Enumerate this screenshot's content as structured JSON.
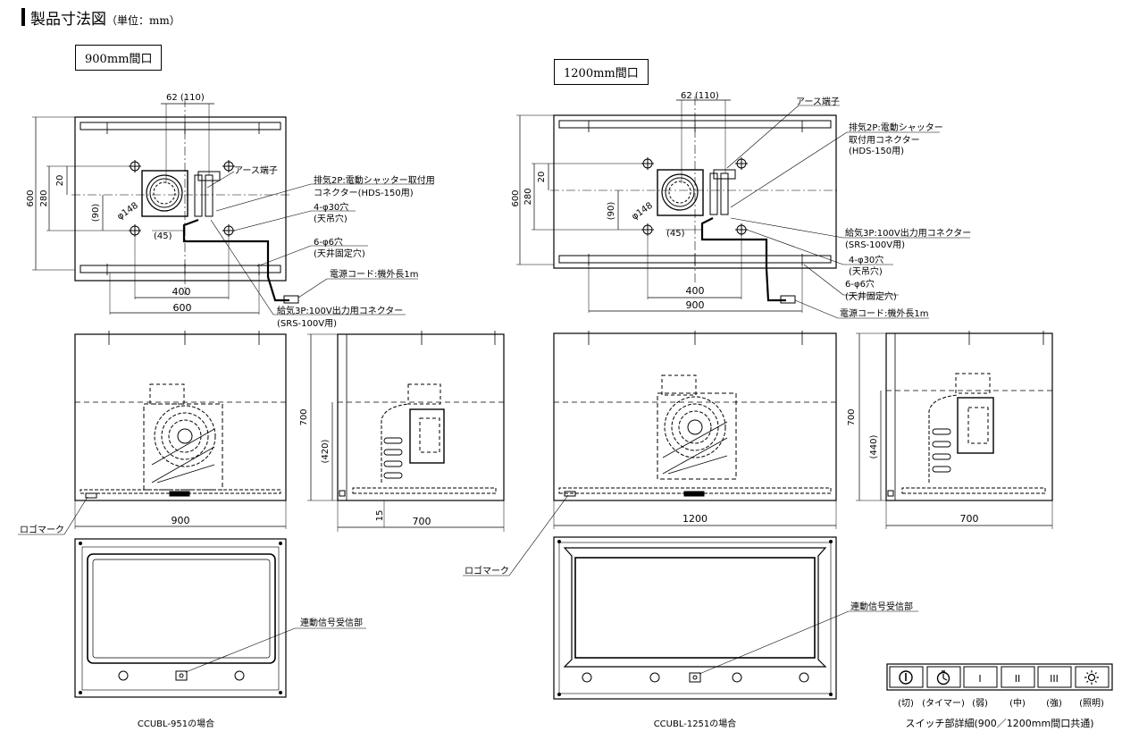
{
  "title": "製品寸法図",
  "unit": "（単位：mm）",
  "left": {
    "header": "900mm間口",
    "dim62": "62 (110)",
    "dim600v": "600",
    "dim280": "280",
    "dim20": "20",
    "dim90": "(90)",
    "dim148": "φ148",
    "dim45": "(45)",
    "dim400": "400",
    "dim600h": "600",
    "note_earth": "アース端子",
    "note_exhaust1": "排気2P:電動シャッター取付用",
    "note_exhaust2": "コネクター(HDS-150用)",
    "note_hole30a": "4-φ30穴",
    "note_hole30b": "(天吊穴)",
    "note_hole6a": "6-φ6穴",
    "note_hole6b": "(天井固定穴)",
    "note_cord": "電源コード:機外長1m",
    "note_supply1": "給気3P:100V出力用コネクター",
    "note_supply2": "(SRS-100V用)",
    "dim700v": "700",
    "dim420": "(420)",
    "dim15": "15",
    "dim900": "900",
    "dim700h": "700",
    "logo": "ロゴマーク",
    "signal": "連動信号受信部",
    "caption": "CCUBL-951の場合"
  },
  "right": {
    "header": "1200mm間口",
    "dim62": "62 (110)",
    "dim600v": "600",
    "dim280": "280",
    "dim20": "20",
    "dim90": "(90)",
    "dim148": "φ148",
    "dim45": "(45)",
    "dim400": "400",
    "dim900h": "900",
    "note_earth": "アース端子",
    "note_exhaust1": "排気2P:電動シャッター",
    "note_exhaust2": "取付用コネクター",
    "note_exhaust3": "(HDS-150用)",
    "note_supply1": "給気3P:100V出力用コネクター",
    "note_supply2": "(SRS-100V用)",
    "note_hole30a": "4-φ30穴",
    "note_hole30b": "(天吊穴)",
    "note_hole6a": "6-φ6穴",
    "note_hole6b": "(天井固定穴)",
    "note_cord": "電源コード:機外長1m",
    "dim700v": "700",
    "dim440": "(440)",
    "dim1200": "1200",
    "dim700h": "700",
    "logo": "ロゴマーク",
    "signal": "連動信号受信部",
    "caption": "CCUBL-1251の場合"
  },
  "switches": {
    "buttons": [
      "",
      "",
      "I",
      "II",
      "III",
      ""
    ],
    "labels": [
      "(切)",
      "(タイマー)",
      "(弱)",
      "(中)",
      "(強)",
      "(照明)"
    ],
    "caption": "スイッチ部詳細(900／1200mm間口共通)",
    "icons": [
      "power-icon",
      "timer-icon",
      "",
      "",
      "",
      "light-icon"
    ]
  }
}
